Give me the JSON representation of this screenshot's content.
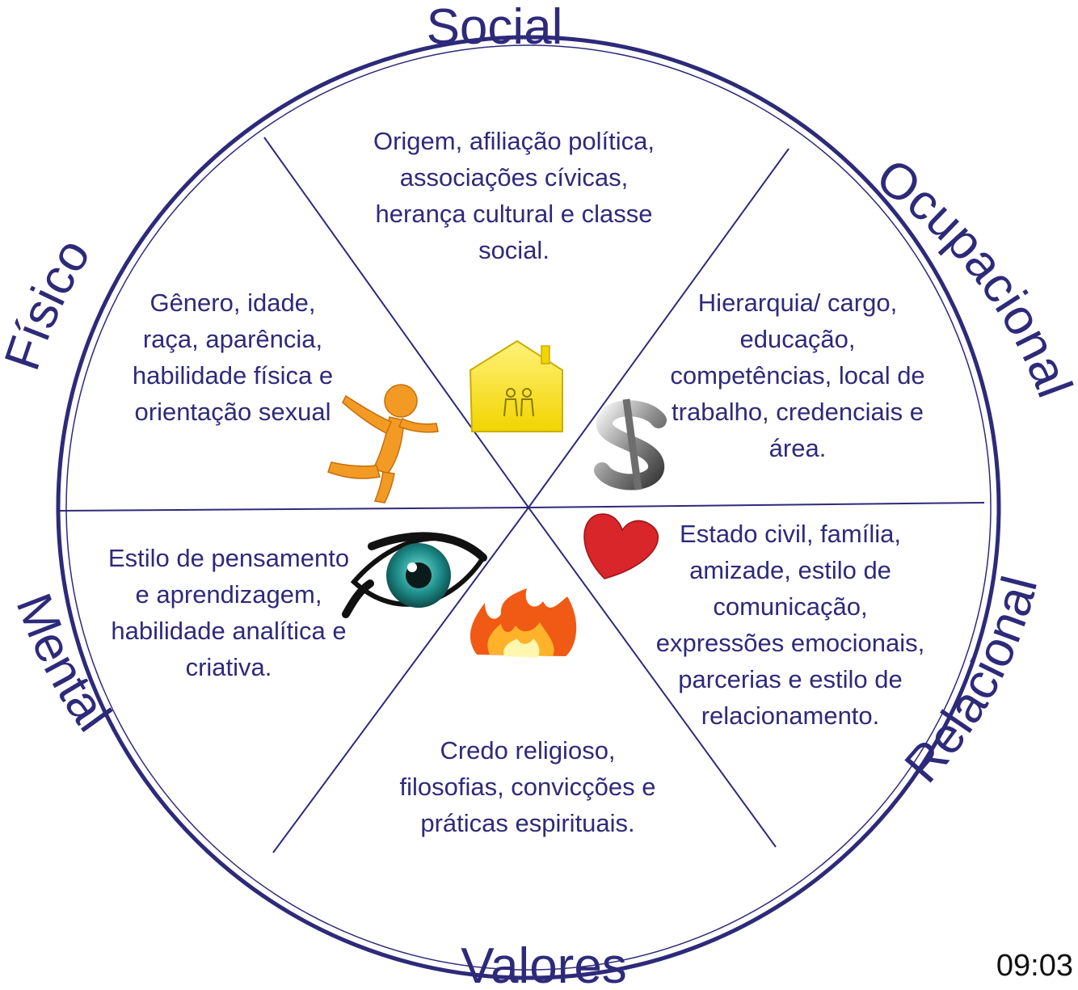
{
  "labels": {
    "social": "Social",
    "ocupacional": "Ocupacional",
    "relacional": "Relacional",
    "valores": "Valores",
    "mental": "Mental",
    "fisico": "Físico"
  },
  "segments": {
    "social": "Origem, afiliação política,\nassociações cívicas,\nherança cultural e classe\nsocial.",
    "ocupacional": "Hierarquia/ cargo,\neducação,\ncompetências, local de\ntrabalho, credenciais e\nárea.",
    "relacional": "Estado civil, família,\namizade, estilo de\ncomunicação,\nexpressões emocionais,\nparcerias e estilo de\nrelacionamento.",
    "valores": "Credo religioso,\nfilosofias, convicções e\npráticas espirituais.",
    "mental": "Estilo de pensamento\ne aprendizagem,\nhabilidade analítica e\ncriativa.",
    "fisico": "Gênero, idade,\nraça, aparência,\nhabilidade física e\norientação sexual"
  },
  "icons": {
    "house": "house-family-icon",
    "dollar": "dollar-sign-icon",
    "heart": "heart-icon",
    "flame": "flame-icon",
    "eye": "eye-icon",
    "figure": "dancing-figure-icon"
  },
  "colors": {
    "primary": "#2e2a7a",
    "house": "#f5e21a",
    "heart": "#d8262a",
    "flame": "#f05a14",
    "eye": "#1f8f8c",
    "figure": "#f39a25"
  },
  "clock": "09:03"
}
